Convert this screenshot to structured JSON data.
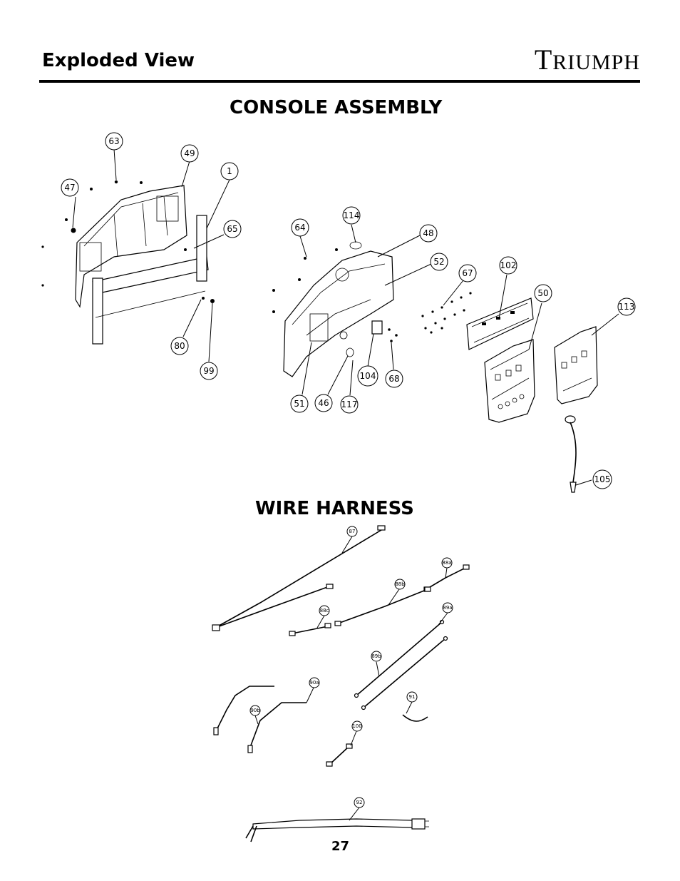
{
  "header": {
    "title": "Exploded View",
    "brand_main": "T",
    "brand_rest": "RIUMPH"
  },
  "sections": {
    "console": "CONSOLE ASSEMBLY",
    "harness": "WIRE HARNESS"
  },
  "page": {
    "number": "27"
  },
  "console_callouts": [
    "63",
    "49",
    "1",
    "47",
    "65",
    "80",
    "99",
    "64",
    "114",
    "48",
    "52",
    "67",
    "102",
    "50",
    "113",
    "104",
    "68",
    "51",
    "46",
    "117",
    "105"
  ],
  "harness_callouts": [
    "87",
    "88a",
    "88b",
    "88c",
    "89a",
    "89b",
    "90a",
    "90b",
    "91",
    "100",
    "92"
  ]
}
